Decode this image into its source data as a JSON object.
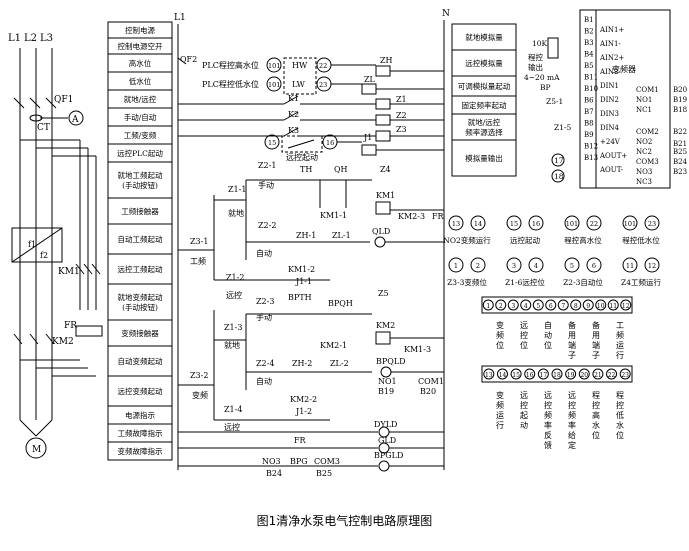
{
  "caption": "图1清净水泵电气控制电路原理图",
  "power": {
    "phases": [
      "L1",
      "L2",
      "L3"
    ],
    "qf1": "QF1",
    "ct": "CT",
    "ammeter": "A",
    "vfd_in": "f1",
    "vfd_out": "f2",
    "km1": "KM1",
    "km2": "KM2",
    "fr": "FR",
    "motor": "M"
  },
  "functions": [
    "控制电源",
    "控制电源空开",
    "高水位",
    "低水位",
    "就地/远控",
    "手动/自动",
    "工频/变频",
    "远控PLC起动",
    "就地工频起动(手动按钮)",
    "工频接触器",
    "自动工频起动",
    "远控工频起动",
    "就地变频起动(手动按钮)",
    "变频接触器",
    "自动变频起动",
    "远控变频起动",
    "电源指示",
    "工频故障指示",
    "变频故障指示"
  ],
  "rails": {
    "left": "L1",
    "right": "N"
  },
  "ctrl": {
    "qf2": "QF2",
    "plc_high": "PLC程控高水位",
    "plc_low": "PLC程控低水位",
    "hw": "HW",
    "lw": "LW",
    "t101": "101",
    "t22": "22",
    "t23": "23",
    "t15": "15",
    "t16": "16",
    "k1": "K1",
    "k2": "K2",
    "k3": "K3",
    "remote_start": "远控起动",
    "zh": "ZH",
    "zl": "ZL",
    "z1": "Z1",
    "z2": "Z2",
    "z3": "Z3",
    "j1": "J1",
    "z21": "Z2-1",
    "manual": "手动",
    "th": "TH",
    "qh": "QH",
    "z4": "Z4",
    "km11": "KM1-1",
    "km1": "KM1",
    "z11": "Z1-1",
    "local": "就地",
    "z22": "Z2-2",
    "zh1": "ZH-1",
    "zl1": "ZL-1",
    "km23": "KM2-3",
    "fr": "FR",
    "auto": "自动",
    "qld": "QLD",
    "z31": "Z3-1",
    "power_freq": "工频",
    "km12": "KM1-2",
    "j11": "J1-1",
    "z12": "Z1-2",
    "remote": "远控",
    "z23": "Z2-3",
    "bpth": "BPTH",
    "bpqh": "BPQH",
    "z5": "Z5",
    "z13": "Z1-3",
    "km21": "KM2-1",
    "km2": "KM2",
    "km13": "KM1-3",
    "z24": "Z2-4",
    "zh2": "ZH-2",
    "zl2": "ZL-2",
    "bpqld": "BPQLD",
    "z32": "Z3-2",
    "vfreq": "变频",
    "no1": "NO1",
    "com1": "COM1",
    "b19": "B19",
    "b20": "B20",
    "km22": "KM2-2",
    "j12": "J1-2",
    "z14": "Z1-4",
    "dyld": "DYLD",
    "glD": "GLD",
    "fr2": "FR",
    "bpgld": "BPGLD",
    "no3": "NO3",
    "bpg": "BPG",
    "com3": "COM3",
    "b24": "B24",
    "b25": "B25"
  },
  "relays": [
    "就地模拟量",
    "远控模拟量",
    "可调模拟量起动",
    "固定频率起动",
    "就地/远控\n频率源选择",
    "模拟量输出"
  ],
  "vfd": {
    "left_terms": [
      "B1",
      "B2",
      "B3",
      "B4",
      "B5",
      "B11",
      "B10",
      "B6",
      "B7",
      "B8",
      "B9",
      "B12",
      "B13"
    ],
    "mid_terms": [
      "AIN1+",
      "AIN1-",
      "AIN2+",
      "AIN2-",
      "DIN1",
      "DIN2",
      "DIN3",
      "DIN4",
      "+24V",
      "AOUT+",
      "AOUT-"
    ],
    "right_terms": [
      "COM1",
      "NO1",
      "NC1",
      "COM2",
      "NO2",
      "NC2",
      "COM3",
      "NO3",
      "NC3"
    ],
    "right_nums": [
      "B20",
      "B19",
      "B18",
      "B22",
      "B21",
      "B25",
      "B24",
      "B23"
    ],
    "title": "变频器",
    "pot": "10K",
    "prog": "程控",
    "out": "输出",
    "ma": "4~20 mA",
    "bp": "BP",
    "z51": "Z5-1",
    "z15": "Z1-5",
    "t17": "17",
    "t18": "18"
  },
  "legend_row1": [
    {
      "a": "13",
      "b": "14",
      "t": "NO2变频运行"
    },
    {
      "a": "15",
      "b": "16",
      "t": "远控起动"
    },
    {
      "a": "101",
      "b": "22",
      "t": "程控高水位"
    },
    {
      "a": "101",
      "b": "23",
      "t": "程控低水位"
    }
  ],
  "legend_row2": [
    {
      "a": "1",
      "b": "2",
      "t": "Z3-3变频位"
    },
    {
      "a": "3",
      "b": "4",
      "t": "Z1-6远控位"
    },
    {
      "a": "5",
      "b": "6",
      "t": "Z2-3自动位"
    },
    {
      "a": "11",
      "b": "12",
      "t": "Z4工频运行"
    }
  ],
  "strip1": {
    "nums": [
      "1",
      "2",
      "3",
      "4",
      "5",
      "6",
      "7",
      "8",
      "9",
      "10",
      "11",
      "12"
    ],
    "labels": [
      "变频位",
      "远控位",
      "自动位",
      "备用端子",
      "备用端子",
      "工频运行"
    ]
  },
  "strip2": {
    "nums": [
      "13",
      "14",
      "15",
      "16",
      "17",
      "18",
      "19",
      "20",
      "21",
      "22",
      "23"
    ],
    "labels": [
      "变频运行",
      "远控起动",
      "远控频率反馈",
      "远控频率给定",
      "程控高水位",
      "程控低水位"
    ]
  }
}
